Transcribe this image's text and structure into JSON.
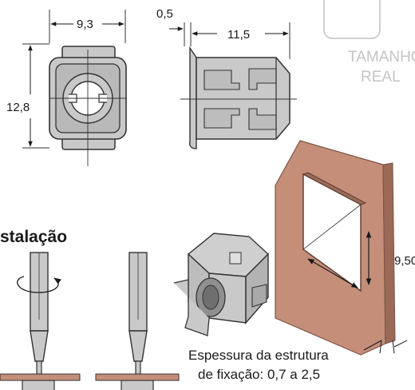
{
  "dimensions": {
    "width": "9,3",
    "height": "12,8",
    "wall": "0,5",
    "length": "11,5",
    "hole": "9,50"
  },
  "badge": {
    "line1": "TAMANHO",
    "line2": "REAL"
  },
  "section": {
    "title": "stalação"
  },
  "caption": {
    "line1": "Espessura da estrutura",
    "line2": "de fixação: 0,7 a 2,5"
  },
  "colors": {
    "part_fill": "#c9c9c9",
    "part_stroke": "#333333",
    "panel_fill": "#c48e79",
    "panel_edge": "#9a6a57",
    "badge": "#cfcfcf"
  }
}
